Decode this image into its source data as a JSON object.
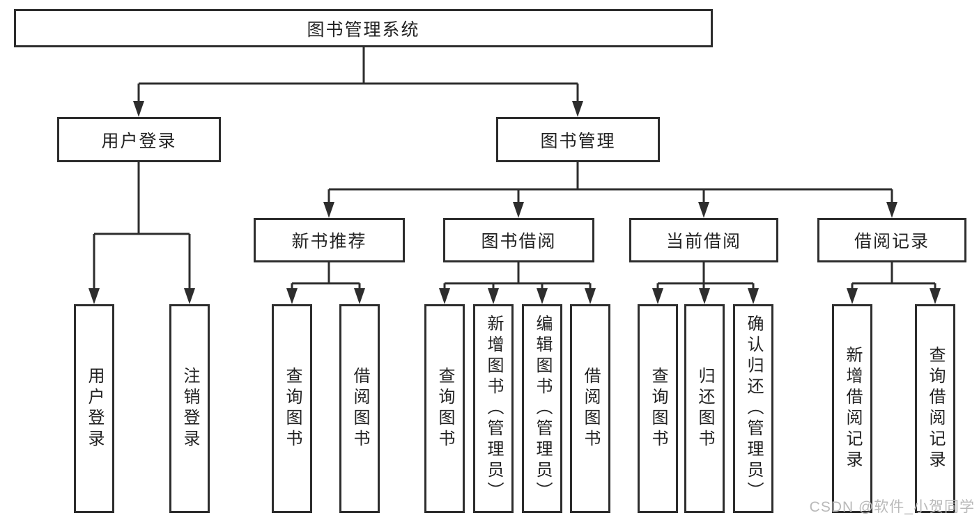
{
  "tree": {
    "root": {
      "label": "图书管理系统"
    },
    "login_branch": {
      "label": "用户登录",
      "children": [
        {
          "label": "用户登录"
        },
        {
          "label": "注销登录"
        }
      ]
    },
    "mgmt_branch": {
      "label": "图书管理",
      "sections": [
        {
          "label": "新书推荐",
          "children": [
            {
              "label": "查询图书"
            },
            {
              "label": "借阅图书"
            }
          ]
        },
        {
          "label": "图书借阅",
          "children": [
            {
              "label": "查询图书"
            },
            {
              "label": "新增图书（管理员）"
            },
            {
              "label": "编辑图书（管理员）"
            },
            {
              "label": "借阅图书"
            }
          ]
        },
        {
          "label": "当前借阅",
          "children": [
            {
              "label": "查询图书"
            },
            {
              "label": "归还图书"
            },
            {
              "label": "确认归还（管理员）"
            }
          ]
        },
        {
          "label": "借阅记录",
          "children": [
            {
              "label": "新增借阅记录"
            },
            {
              "label": "查询借阅记录"
            }
          ]
        }
      ]
    }
  },
  "watermark": {
    "text": "CSDN @软件_小贺同学"
  },
  "colors": {
    "line": "#2d2d2d",
    "text": "#222222",
    "box_background": "#ffffff",
    "watermark": "#b9b9b9"
  }
}
